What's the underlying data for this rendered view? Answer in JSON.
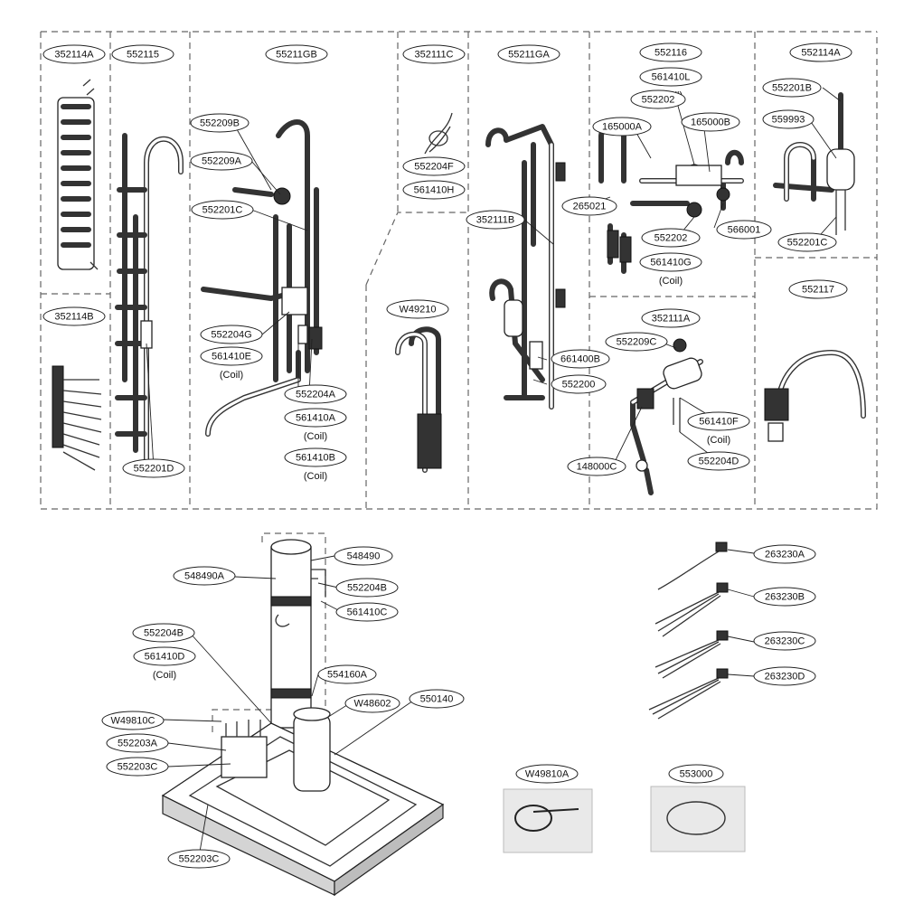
{
  "diagram": {
    "callouts": [
      {
        "id": "c1",
        "text": "352114A"
      },
      {
        "id": "c2",
        "text": "552115"
      },
      {
        "id": "c3",
        "text": "55211GB"
      },
      {
        "id": "c4",
        "text": "352111C"
      },
      {
        "id": "c5",
        "text": "55211GA"
      },
      {
        "id": "c6",
        "text": "552116"
      },
      {
        "id": "c7",
        "text": "552114A"
      },
      {
        "id": "c8",
        "text": "561410L",
        "coil": "(Coil)"
      },
      {
        "id": "c9",
        "text": "552202"
      },
      {
        "id": "c10",
        "text": "165000A"
      },
      {
        "id": "c11",
        "text": "165000B"
      },
      {
        "id": "c12",
        "text": "552201B"
      },
      {
        "id": "c13",
        "text": "559993"
      },
      {
        "id": "c14",
        "text": "552209B"
      },
      {
        "id": "c15",
        "text": "552209A"
      },
      {
        "id": "c16",
        "text": "552204F"
      },
      {
        "id": "c17",
        "text": "561410H"
      },
      {
        "id": "c18",
        "text": "552201C"
      },
      {
        "id": "c19",
        "text": "352111B"
      },
      {
        "id": "c20",
        "text": "265021"
      },
      {
        "id": "c21",
        "text": "566001"
      },
      {
        "id": "c22",
        "text": "552202"
      },
      {
        "id": "c23",
        "text": "552201C"
      },
      {
        "id": "c24",
        "text": "561410G",
        "coil": "(Coil)"
      },
      {
        "id": "c25",
        "text": "352114B"
      },
      {
        "id": "c26",
        "text": "552117"
      },
      {
        "id": "c27",
        "text": "W49210"
      },
      {
        "id": "c28",
        "text": "352111A"
      },
      {
        "id": "c29",
        "text": "552204G"
      },
      {
        "id": "c30",
        "text": "561410E",
        "coil": "(Coil)"
      },
      {
        "id": "c31",
        "text": "552209C"
      },
      {
        "id": "c32",
        "text": "661400B"
      },
      {
        "id": "c33",
        "text": "552200"
      },
      {
        "id": "c34",
        "text": "552204A"
      },
      {
        "id": "c35",
        "text": "561410A",
        "coil": "(Coil)"
      },
      {
        "id": "c36",
        "text": "561410B",
        "coil": "(Coil)"
      },
      {
        "id": "c37",
        "text": "561410F",
        "coil": "(Coil)"
      },
      {
        "id": "c38",
        "text": "552204D"
      },
      {
        "id": "c39",
        "text": "148000C"
      },
      {
        "id": "c40",
        "text": "552201D"
      },
      {
        "id": "c41",
        "text": "548490"
      },
      {
        "id": "c42",
        "text": "548490A"
      },
      {
        "id": "c43",
        "text": "552204B"
      },
      {
        "id": "c44",
        "text": "561410C"
      },
      {
        "id": "c45",
        "text": "552204B"
      },
      {
        "id": "c46",
        "text": "561410D",
        "coil": "(Coil)"
      },
      {
        "id": "c47",
        "text": "554160A"
      },
      {
        "id": "c48",
        "text": "W48602"
      },
      {
        "id": "c49",
        "text": "550140"
      },
      {
        "id": "c50",
        "text": "W49810C"
      },
      {
        "id": "c51",
        "text": "552203A"
      },
      {
        "id": "c52",
        "text": "552203C"
      },
      {
        "id": "c53",
        "text": "552203C"
      },
      {
        "id": "c54",
        "text": "263230A"
      },
      {
        "id": "c55",
        "text": "263230B"
      },
      {
        "id": "c56",
        "text": "263230C"
      },
      {
        "id": "c57",
        "text": "263230D"
      },
      {
        "id": "c58",
        "text": "W49810A"
      },
      {
        "id": "c59",
        "text": "553000"
      }
    ]
  }
}
